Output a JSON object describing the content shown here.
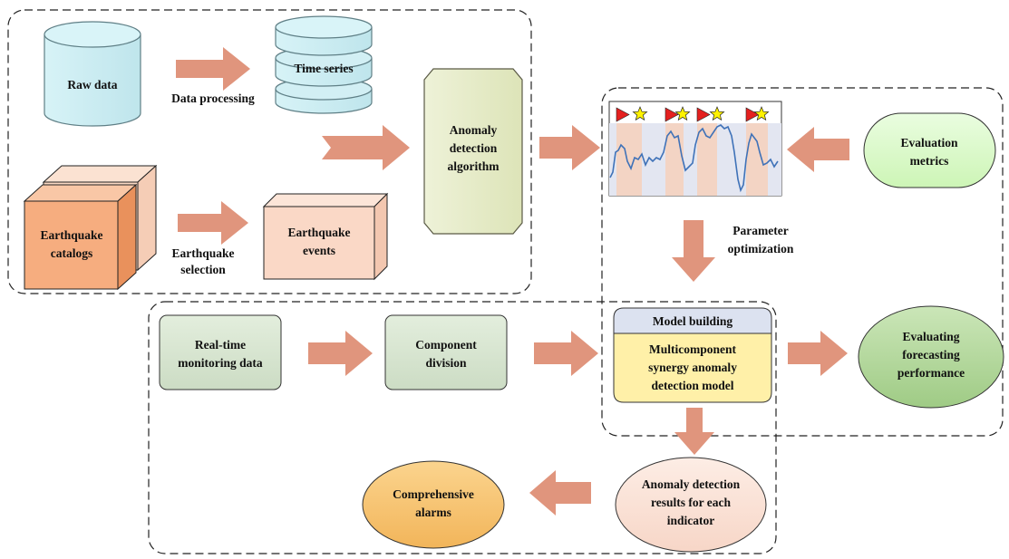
{
  "nodes": {
    "raw_data": "Raw data",
    "time_series": "Time series",
    "data_processing": "Data processing",
    "anomaly_algorithm": [
      "Anomaly",
      "detection",
      "algorithm"
    ],
    "earthquake_catalogs": [
      "Earthquake",
      "catalogs"
    ],
    "earthquake_selection": [
      "Earthquake",
      "selection"
    ],
    "earthquake_events": [
      "Earthquake",
      "events"
    ],
    "evaluation_metrics": [
      "Evaluation",
      "metrics"
    ],
    "parameter_optimization": [
      "Parameter",
      "optimization"
    ],
    "realtime_data": [
      "Real-time",
      "monitoring data"
    ],
    "component_division": [
      "Component",
      "division"
    ],
    "model_building": "Model building",
    "model": [
      "Multicomponent",
      "synergy anomaly",
      "detection model"
    ],
    "evaluating_performance": [
      "Evaluating",
      "forecasting",
      "performance"
    ],
    "anomaly_results": [
      "Anomaly detection",
      "results for each",
      "indicator"
    ],
    "comprehensive_alarms": [
      "Comprehensive",
      "alarms"
    ]
  },
  "colors": {
    "arrow": "#e0957d",
    "cylinder": "#cdeef3",
    "cylinder_stroke": "#6b8a90",
    "algorithm": "#e5ebc9",
    "catalog_front": "#f6ad7f",
    "catalog_back": "#fad8c3",
    "events": "#fad8c6",
    "eval_metrics": "#d9fbc8",
    "grey_green": "#d6e4d0",
    "model_header": "#dce2f0",
    "model_body": "#fff0a8",
    "perf": "#b8dba0",
    "results": "#fbe2d6",
    "alarms": "#f7c472",
    "plot_line": "#3f72b8",
    "plot_band": "#f3d4c4",
    "plot_band2": "#e3e6f1",
    "flag": "#e4201f",
    "star": "#fff200"
  }
}
